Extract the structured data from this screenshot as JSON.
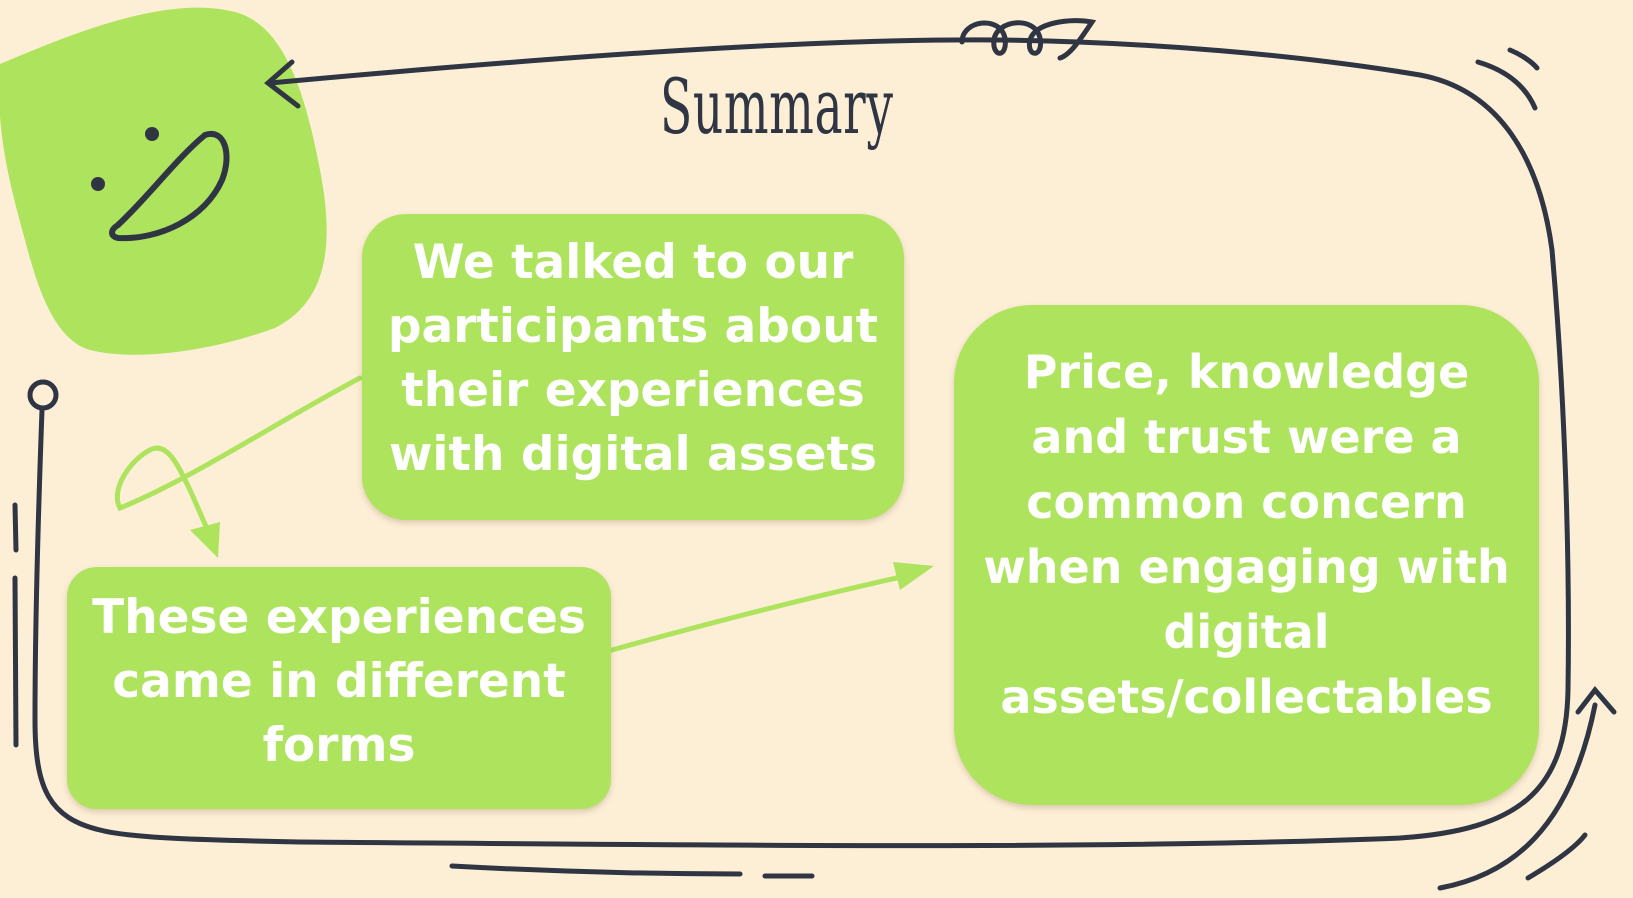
{
  "title": "Summary",
  "cards": [
    {
      "text": "We talked to our participants about their experiences with digital assets"
    },
    {
      "text": "These experiences came in different forms"
    },
    {
      "text": "Price, knowledge and trust were a common concern when engaging with digital assets/collectables"
    }
  ],
  "colors": {
    "background": "#fdeed6",
    "card": "#aee35e",
    "ink": "#2f3542",
    "card_text": "#ffffff"
  },
  "icons": {
    "mascot": "smiling-blob-icon"
  }
}
